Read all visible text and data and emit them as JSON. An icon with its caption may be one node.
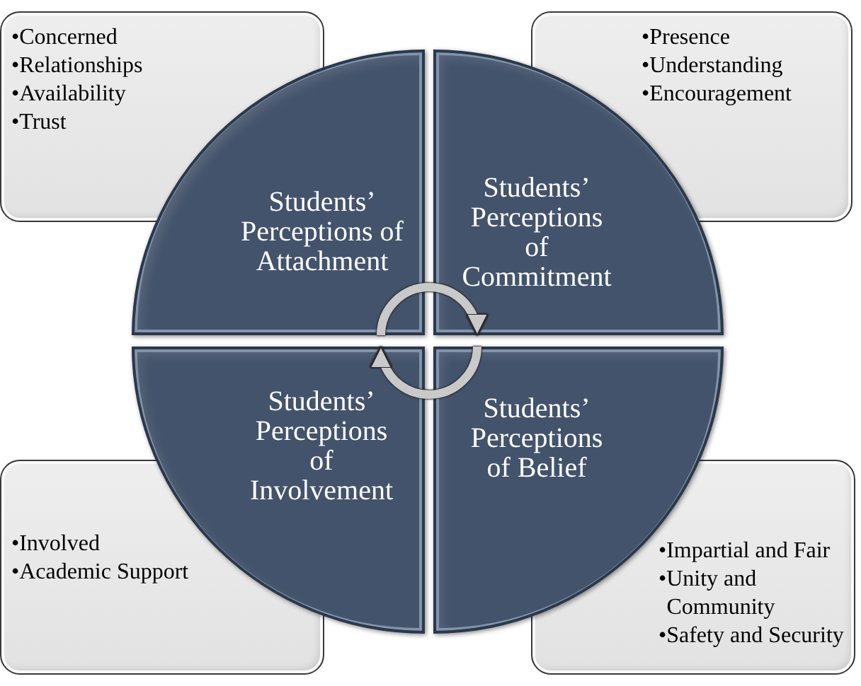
{
  "diagram": {
    "nodes": [
      {
        "text": [
          "•Concerned",
          "•Relationships",
          "•Availability",
          "•Trust"
        ]
      },
      {
        "text": [
          "•Presence",
          "•Understanding",
          "•Encouragement"
        ]
      },
      {
        "text": [
          "Students’ Perceptions of Attachment"
        ]
      },
      {
        "text": [
          "Students’ Perceptions of Commitment"
        ]
      },
      {
        "text": [
          "Students’ Perceptions of Involvement"
        ]
      },
      {
        "text": [
          "Students’ Perceptions of Belief"
        ]
      },
      {
        "text": [
          "•Involved",
          "•Academic Support"
        ]
      },
      {
        "text": [
          "•Impartial and Fair",
          "•Unity and Community",
          "•Safety and Security"
        ]
      }
    ],
    "edges": [
      {
        "from": 2,
        "to": 3,
        "arrow": "to"
      },
      {
        "from": 5,
        "to": 4,
        "arrow": "to"
      }
    ]
  }
}
